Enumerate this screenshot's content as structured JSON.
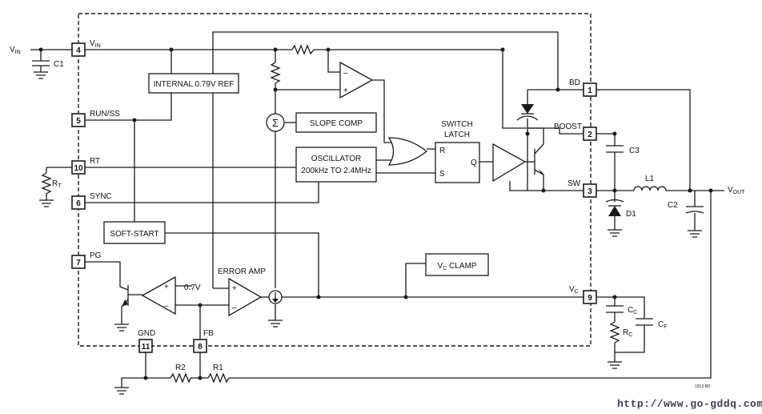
{
  "pins": {
    "vin": {
      "num": "4",
      "label": "V",
      "sub": "IN"
    },
    "run_ss": {
      "num": "5",
      "label": "RUN/SS"
    },
    "rt": {
      "num": "10",
      "label": "RT"
    },
    "sync": {
      "num": "6",
      "label": "SYNC"
    },
    "pg": {
      "num": "7",
      "label": "PG"
    },
    "gnd": {
      "num": "11",
      "label": "GND"
    },
    "fb": {
      "num": "8",
      "label": "FB"
    },
    "bd": {
      "num": "1",
      "label": "BD"
    },
    "boost": {
      "num": "2",
      "label": "BOOST"
    },
    "sw": {
      "num": "3",
      "label": "SW"
    },
    "vc": {
      "num": "9",
      "label": "V",
      "sub": "C"
    }
  },
  "blocks": {
    "ref": "INTERNAL 0.79V REF",
    "slope": "SLOPE COMP",
    "osc_line1": "OSCILLATOR",
    "osc_line2": "200kHz TO 2.4MHz",
    "softstart": "SOFT-START",
    "vclamp_main": "V",
    "vclamp_sub": "C",
    "vclamp_rest": " CLAMP",
    "latch_title1": "SWITCH",
    "latch_title2": "LATCH",
    "latch_r": "R",
    "latch_s": "S",
    "latch_q": "Q",
    "error_amp": "ERROR AMP",
    "ref_07": "0.7V",
    "sigma": "Σ",
    "plus": "+",
    "minus": "–"
  },
  "external": {
    "vin": {
      "main": "V",
      "sub": "IN"
    },
    "c1": "C1",
    "rt": {
      "main": "R",
      "sub": "T"
    },
    "c3": "C3",
    "l1": "L1",
    "d1": "D1",
    "c2": "C2",
    "vout": {
      "main": "V",
      "sub": "OUT"
    },
    "cc": {
      "main": "C",
      "sub": "C"
    },
    "rc": {
      "main": "R",
      "sub": "C"
    },
    "cf": {
      "main": "C",
      "sub": "F"
    },
    "r1": "R1",
    "r2": "R2"
  },
  "figure_code": "1913 BD",
  "watermark": "http://www.go-gddq.com"
}
